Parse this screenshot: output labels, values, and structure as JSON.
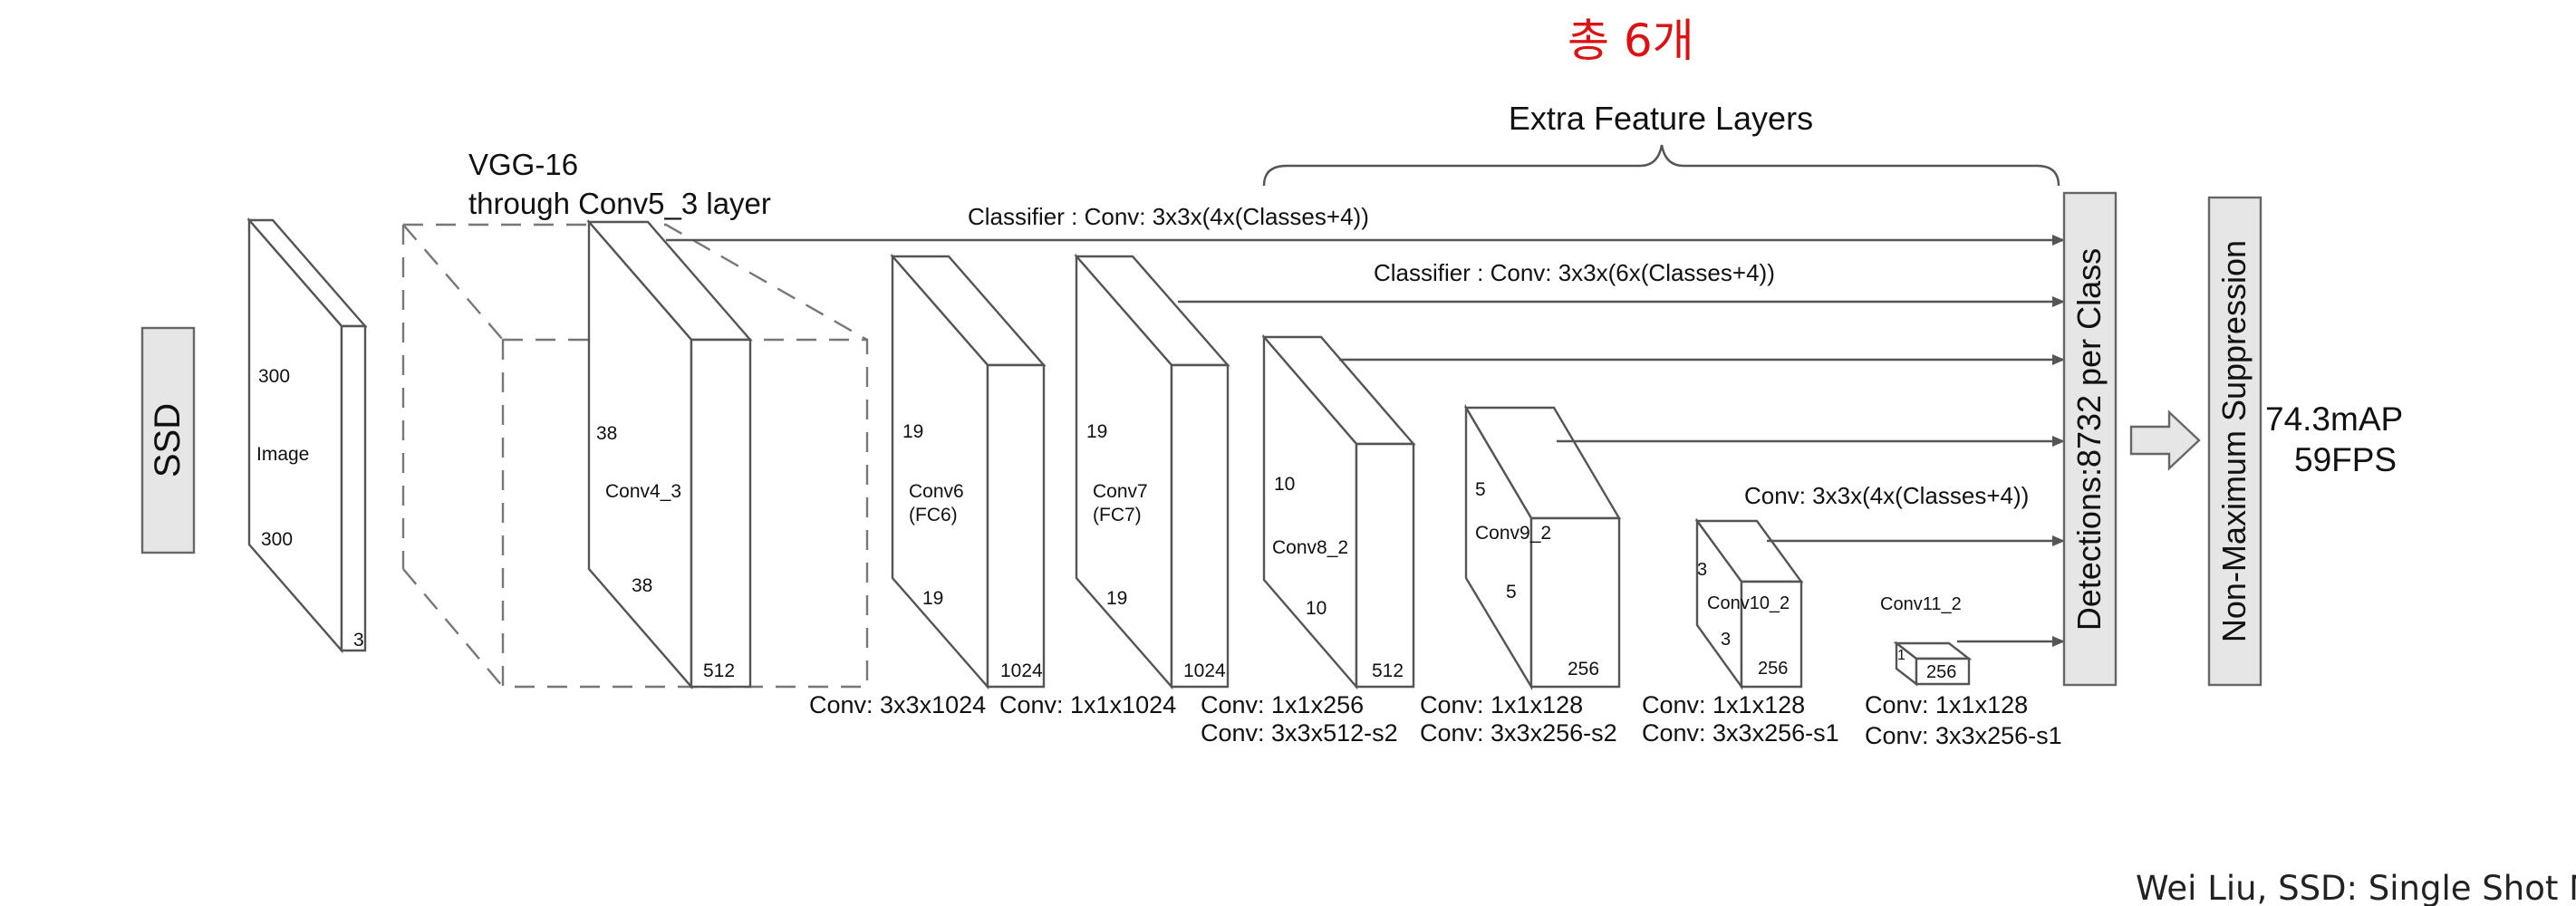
{
  "diagram": {
    "handwritten_note": "총 6개",
    "extra_feature_layers": "Extra Feature Layers",
    "vgg_title_line1": "VGG-16",
    "vgg_title_line2": "through Conv5_3 layer",
    "ssd_label": "SSD",
    "image": {
      "label": "Image",
      "width": "300",
      "height": "300",
      "channels": "3"
    },
    "blocks": {
      "conv4_3": {
        "label": "Conv4_3",
        "width": "38",
        "height": "38",
        "depth": "512"
      },
      "conv6": {
        "label_line1": "Conv6",
        "label_line2": "(FC6)",
        "width": "19",
        "height": "19",
        "depth": "1024",
        "op": "Conv: 3x3x1024"
      },
      "conv7": {
        "label_line1": "Conv7",
        "label_line2": "(FC7)",
        "width": "19",
        "height": "19",
        "depth": "1024",
        "op": "Conv: 1x1x1024"
      },
      "conv8_2": {
        "label": "Conv8_2",
        "width": "10",
        "height": "10",
        "depth": "512",
        "op_line1": "Conv: 1x1x256",
        "op_line2": "Conv:  3x3x512-s2"
      },
      "conv9_2": {
        "label": "Conv9_2",
        "width": "5",
        "height": "5",
        "depth": "256",
        "op_line1": "Conv: 1x1x128",
        "op_line2": "Conv: 3x3x256-s2"
      },
      "conv10_2": {
        "label": "Conv10_2",
        "width": "3",
        "height": "3",
        "depth": "256",
        "op_line1": "Conv: 1x1x128",
        "op_line2": "Conv: 3x3x256-s1"
      },
      "conv11_2": {
        "label": "Conv11_2",
        "width": "1",
        "depth": "256",
        "op_line1": "Conv: 1x1x128",
        "op_line2": "Conv: 3x3x256-s1"
      }
    },
    "classifiers": {
      "c1": "Classifier : Conv: 3x3x(4x(Classes+4))",
      "c2": "Classifier : Conv: 3x3x(6x(Classes+4))",
      "c3": "Conv: 3x3x(4x(Classes+4))"
    },
    "detections": "Detections:8732  per Class",
    "nms": "Non-Maximum Suppression",
    "result_line1": "74.3mAP",
    "result_line2": "59FPS",
    "citation": "Wei Liu, SSD: Single Shot M"
  }
}
